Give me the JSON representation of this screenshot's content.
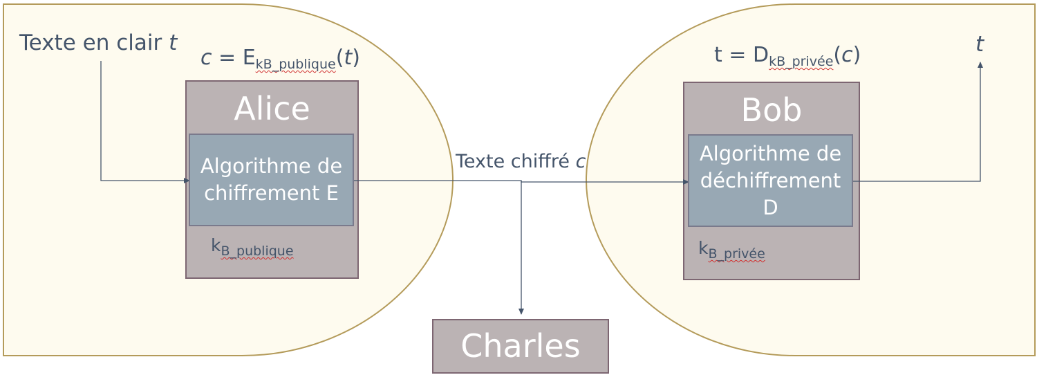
{
  "plaintext_label": {
    "text": "Texte en clair ",
    "var": "t"
  },
  "output_label": "t",
  "cipher_label": {
    "text": "Texte chiffré ",
    "var": "c"
  },
  "alice": {
    "name": "Alice",
    "algorithm": "Algorithme de\nchiffrement E",
    "key_base": "k",
    "key_sub": "B_publique",
    "formula": {
      "lhs": "c",
      "eq": " = E",
      "sub": "kB_publique",
      "arg_open": "(",
      "arg": "t",
      "arg_close": ")"
    }
  },
  "bob": {
    "name": "Bob",
    "algorithm": "Algorithme de\ndéchiffrement\nD",
    "key_base": "k",
    "key_sub": "B_privée",
    "formula": {
      "lhs": "t",
      "eq": " = D",
      "sub": "kB_privée",
      "arg_open": "(",
      "arg": "c",
      "arg_close": ")"
    }
  },
  "charles": {
    "name": "Charles"
  },
  "colors": {
    "zone_fill": "#fefbef",
    "zone_stroke": "#b49b5a",
    "box_fill": "#bbb3b4",
    "box_stroke": "#7d6672",
    "algo_fill": "#98a8b4",
    "arrow": "#44546a"
  }
}
